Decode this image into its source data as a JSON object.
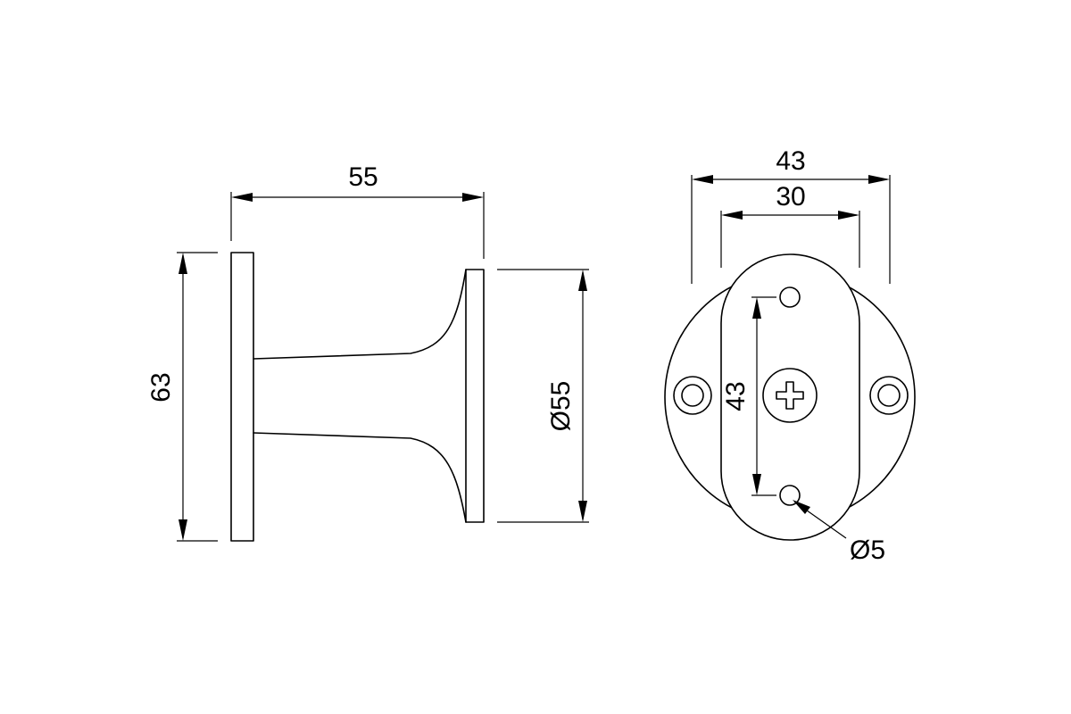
{
  "side_view": {
    "width_dim": "55",
    "height_dim": "63",
    "diameter_dim": "Ø55"
  },
  "front_view": {
    "outer_width_dim": "43",
    "inner_width_dim": "30",
    "hole_spacing_dim": "43",
    "hole_diameter_dim": "Ø5"
  }
}
